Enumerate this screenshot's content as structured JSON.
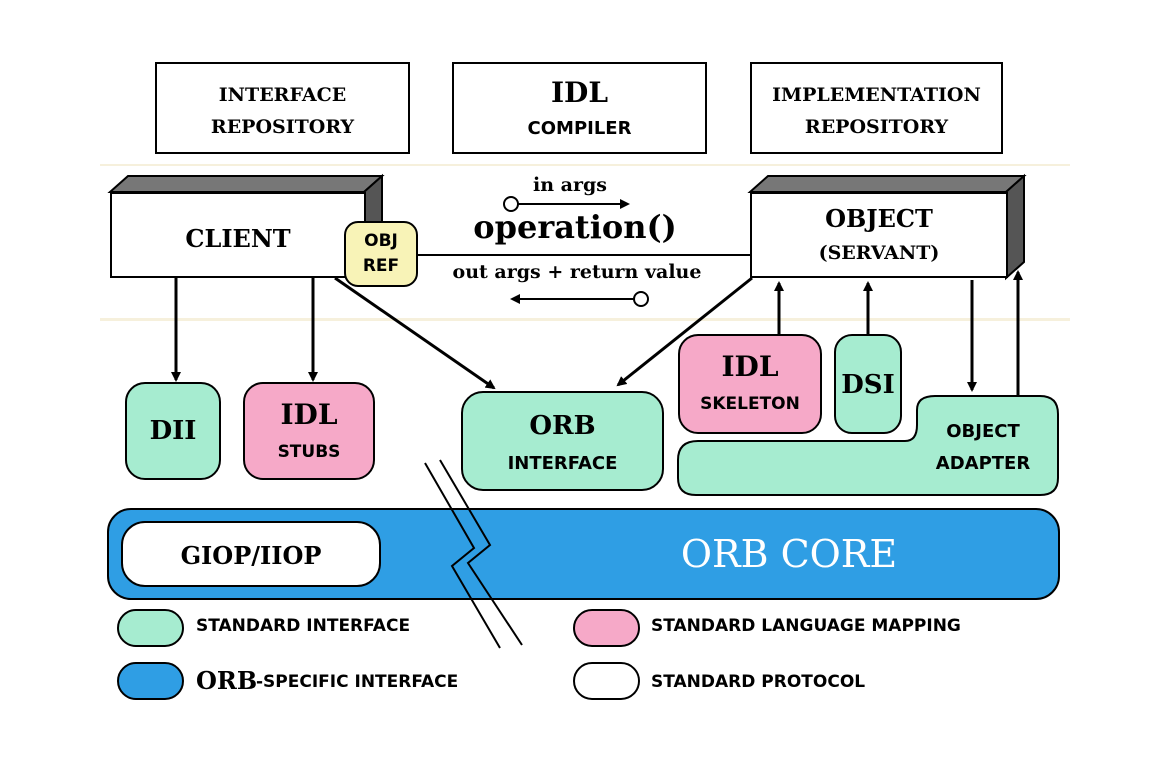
{
  "top_boxes": {
    "interface_repository": {
      "line1": "INTERFACE",
      "line2": "REPOSITORY"
    },
    "idl_compiler": {
      "line1": "IDL",
      "line2": "COMPILER"
    },
    "implementation_repository": {
      "line1": "IMPLEMENTATION",
      "line2": "REPOSITORY"
    }
  },
  "client": {
    "label": "CLIENT",
    "obj_ref_line1": "OBJ",
    "obj_ref_line2": "REF"
  },
  "object": {
    "line1": "OBJECT",
    "line2": "(SERVANT)"
  },
  "call": {
    "in_args": "in args",
    "operation": "operation()",
    "out_args": "out args + return value"
  },
  "components": {
    "dii": "DII",
    "idl_stubs": {
      "line1": "IDL",
      "line2": "STUBS"
    },
    "orb_interface": {
      "line1": "ORB",
      "line2": "INTERFACE"
    },
    "idl_skeleton": {
      "line1": "IDL",
      "line2": "SKELETON"
    },
    "dsi": "DSI",
    "object_adapter": {
      "line1": "OBJECT",
      "line2": "ADAPTER"
    }
  },
  "core": {
    "giop_iiop": "GIOP/IIOP",
    "orb_core": "ORB  CORE"
  },
  "legend": {
    "standard_interface": "STANDARD  INTERFACE",
    "standard_language_mapping": "STANDARD  LANGUAGE  MAPPING",
    "orb_prefix": "ORB",
    "orb_specific_interface": "-SPECIFIC  INTERFACE",
    "standard_protocol": "STANDARD  PROTOCOL"
  },
  "colors": {
    "standard_interface": "#a6ecd0",
    "standard_language_mapping": "#f6a9c8",
    "orb_specific_interface": "#2f9ee4",
    "standard_protocol": "#ffffff",
    "obj_ref": "#f8f3b7"
  }
}
